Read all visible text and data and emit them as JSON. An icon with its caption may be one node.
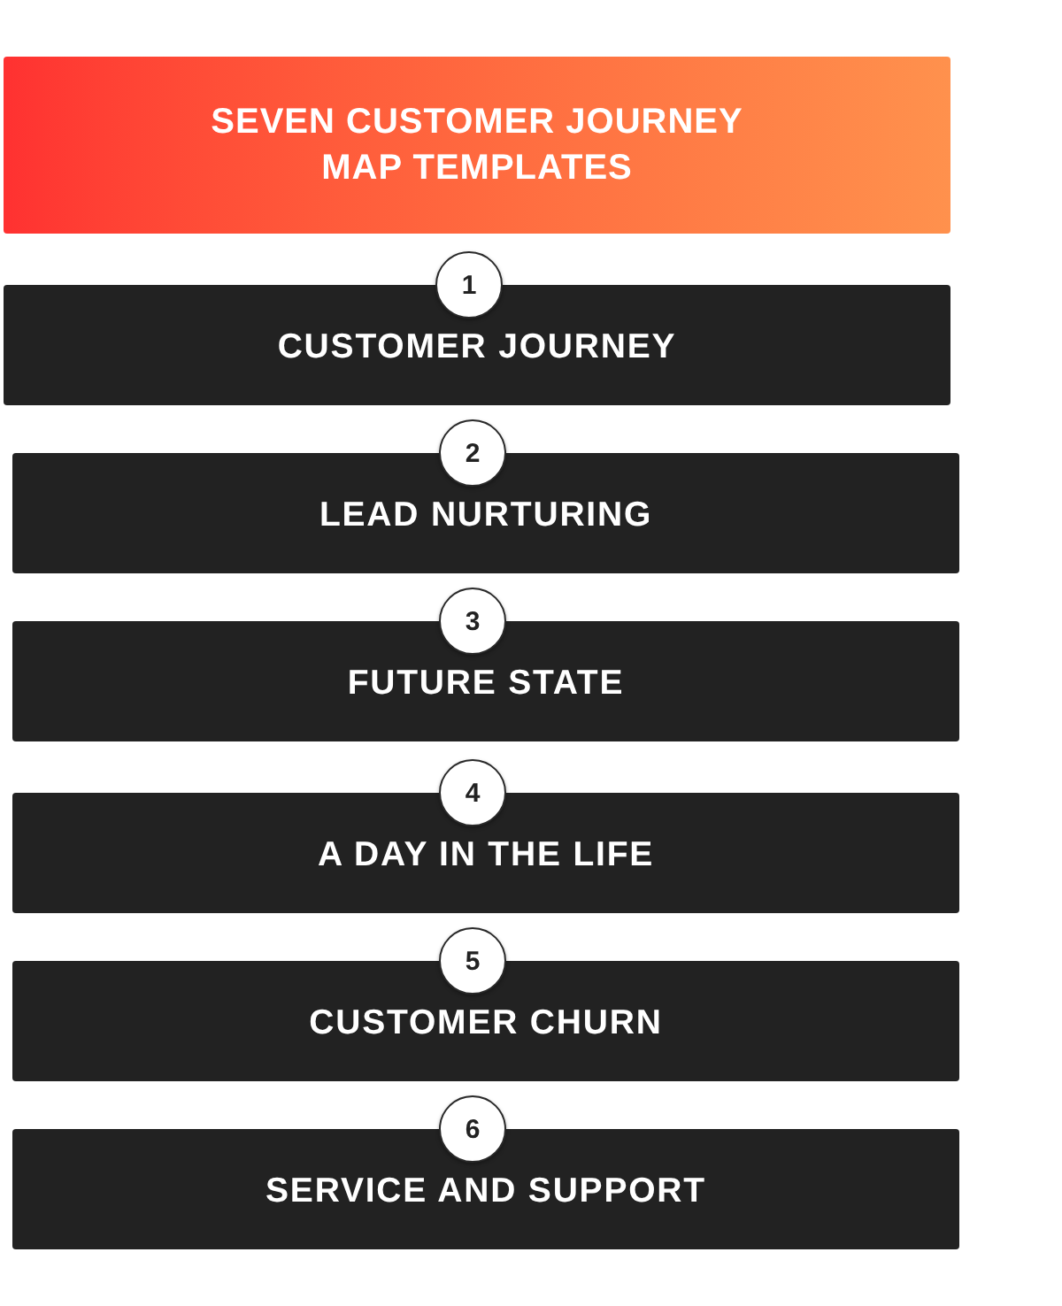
{
  "diagram": {
    "title": "SEVEN CUSTOMER JOURNEY MAP TEMPLATES",
    "nodes": [
      {
        "text": [
          "1"
        ]
      },
      {
        "text": [
          "CUSTOMER JOURNEY"
        ]
      },
      {
        "text": [
          "2"
        ]
      },
      {
        "text": [
          "LEAD NURTURING"
        ]
      },
      {
        "text": [
          "3"
        ]
      },
      {
        "text": [
          "FUTURE STATE"
        ]
      },
      {
        "text": [
          "4"
        ]
      },
      {
        "text": [
          "A DAY IN THE LIFE"
        ]
      },
      {
        "text": [
          "5"
        ]
      },
      {
        "text": [
          "CUSTOMER CHURN"
        ]
      },
      {
        "text": [
          "6"
        ]
      },
      {
        "text": [
          "SERVICE AND SUPPORT"
        ]
      }
    ]
  }
}
